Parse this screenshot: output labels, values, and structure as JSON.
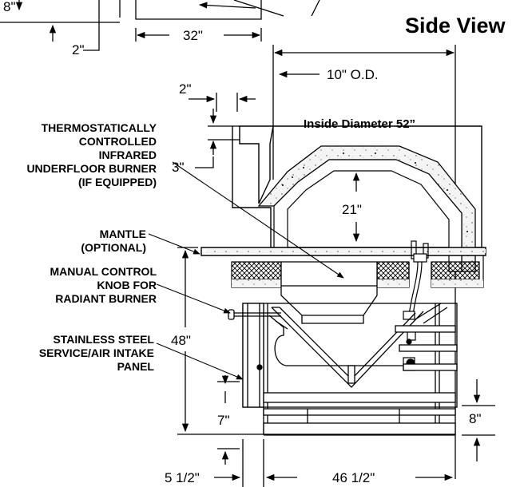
{
  "title": "Side View",
  "dimensions": {
    "top_left": "8\"",
    "top_two": "2\"",
    "top_width": "32\"",
    "flue_od": "10\" O.D.",
    "flue_wall": "2\"",
    "flue_offset": "3\"",
    "inside_diameter": "Inside Diameter 52”",
    "dome_height": "21\"",
    "overall_height": "48\"",
    "base_height": "7\"",
    "right_height": "8\"",
    "base_offset": "5 1/2\"",
    "base_width": "46 1/2\""
  },
  "callouts": {
    "burner": [
      "THERMOSTATICALLY",
      "CONTROLLED",
      "INFRARED",
      "UNDERFLOOR BURNER",
      "(IF EQUIPPED)"
    ],
    "mantle": [
      "MANTLE",
      "(OPTIONAL)"
    ],
    "knob": [
      "MANUAL CONTROL",
      "KNOB FOR",
      "RADIANT BURNER"
    ],
    "panel": [
      "STAINLESS STEEL",
      "SERVICE/AIR INTAKE",
      "PANEL"
    ]
  }
}
